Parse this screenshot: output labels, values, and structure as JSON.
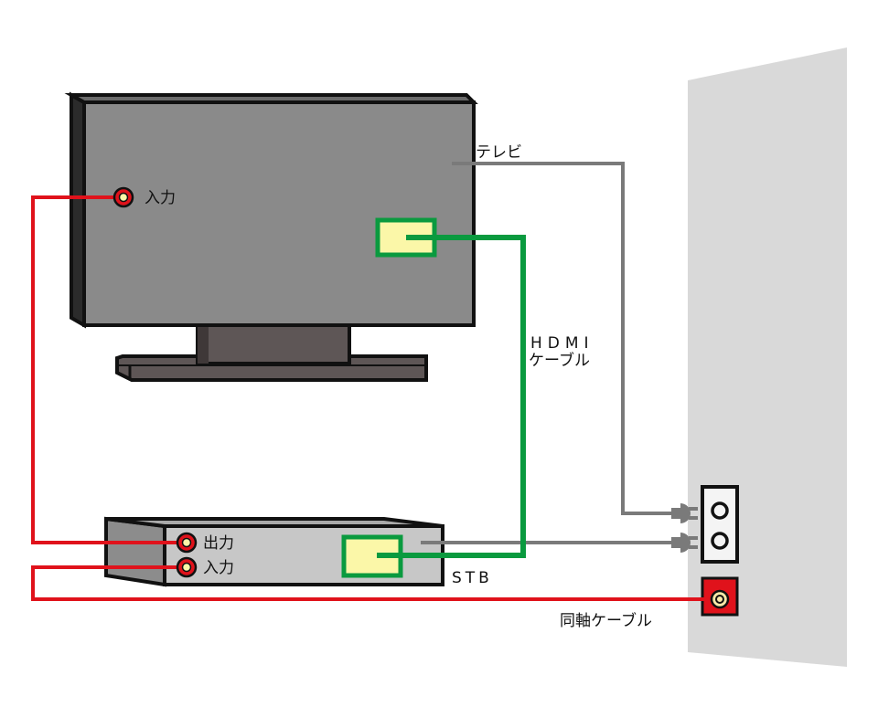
{
  "labels": {
    "tv": "テレビ",
    "tv_input": "入力",
    "hdmi_line1": "HDMI",
    "hdmi_line2": "ケーブル",
    "stb_output": "出力",
    "stb_input": "入力",
    "stb": "STB",
    "coax": "同軸ケーブル"
  },
  "colors": {
    "coax_cable": "#e0121b",
    "hdmi_cable": "#0a9a3f",
    "power_cable": "#7a7a7a",
    "tv_screen": "#8a8a8a",
    "tv_stand": "#5e5656",
    "stb_body": "#c7c7c7",
    "hdmi_port": "#fbf7a8",
    "wall": "#d9d9d9"
  }
}
